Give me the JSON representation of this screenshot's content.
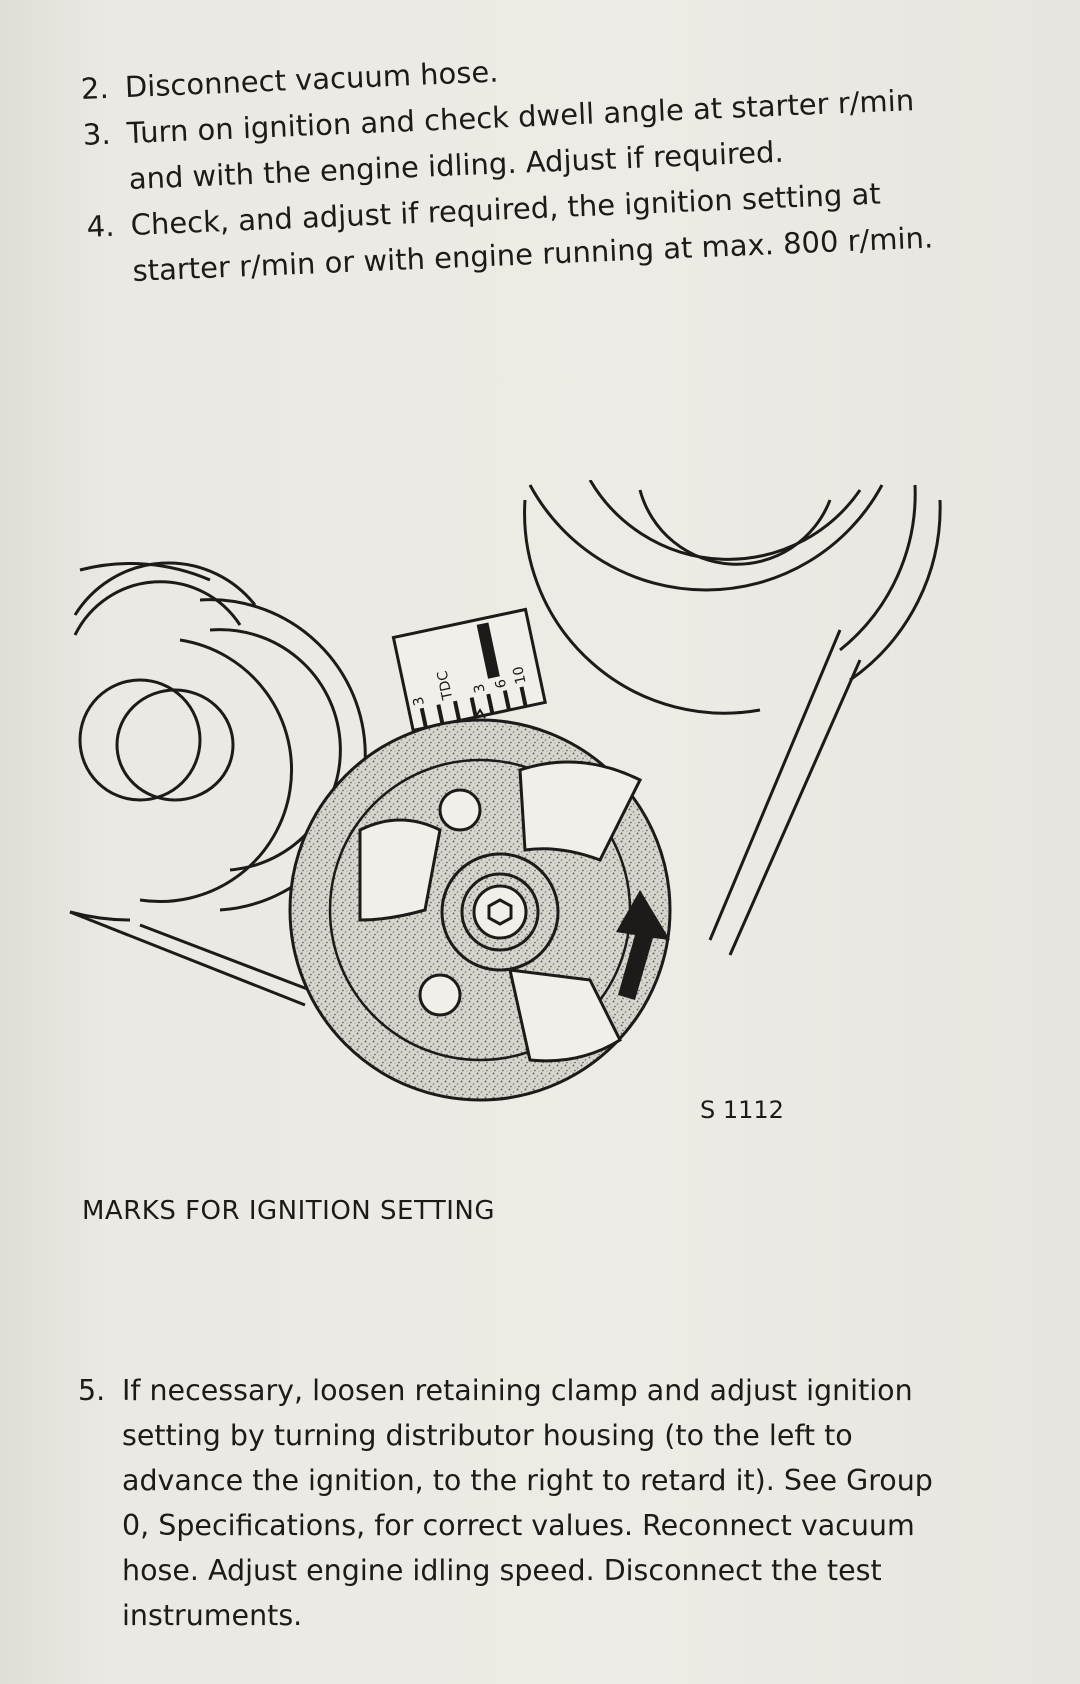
{
  "steps_top": [
    {
      "num": "2.",
      "text": "Disconnect vacuum hose."
    },
    {
      "num": "3.",
      "text": "Turn on ignition and check dwell angle at starter r/min and with the engine idling. Adjust if required."
    },
    {
      "num": "4.",
      "text": "Check, and adjust if required, the ignition setting at starter r/min or with engine running at max. 800 r/min."
    }
  ],
  "diagram": {
    "figure_id": "S 1112",
    "scale_marks": [
      "TDC",
      "3",
      "6",
      "10"
    ]
  },
  "caption": "MARKS FOR IGNITION SETTING",
  "step5": {
    "num": "5.",
    "text": "If necessary, loosen retaining clamp and adjust ignition setting by turning distributor housing (to the left to advance the ignition, to the right to retard it). See Group 0, Specifications, for correct values. Reconnect vacuum hose. Adjust engine idling speed. Disconnect the test instruments."
  }
}
